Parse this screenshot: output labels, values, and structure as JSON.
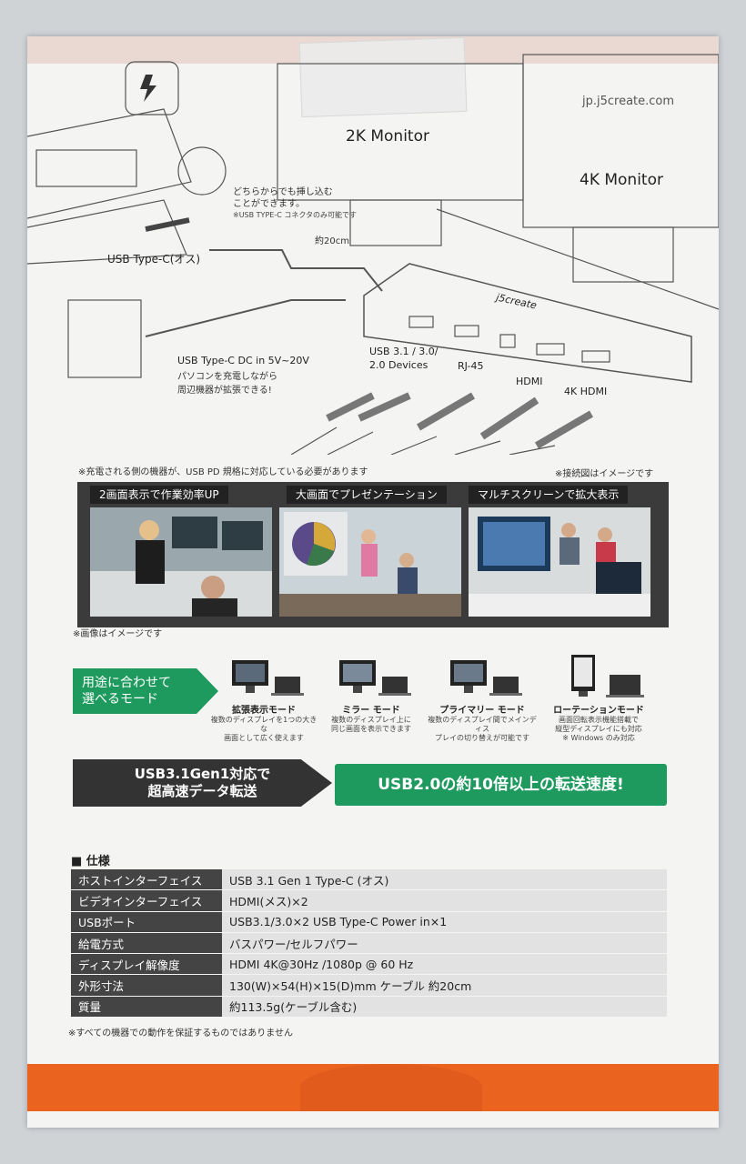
{
  "url": "jp.j5create.com",
  "monitors": {
    "left": "2K Monitor",
    "right": "4K Monitor"
  },
  "brand_logo": "j5create",
  "diagram": {
    "reversible_line1": "どちらからでも挿し込む",
    "reversible_line2": "ことができます。",
    "reversible_note": "※USB TYPE-C コネクタのみ可能です",
    "cable_length": "約20cm",
    "usbc_male": "USB Type-C(オス)",
    "dc_in": "USB Type-C  DC in 5V~20V",
    "charge_line1": "パソコンを充電しながら",
    "charge_line2": "周辺機器が拡張できる!",
    "port_usb_line1": "USB 3.1 / 3.0/",
    "port_usb_line2": "2.0 Devices",
    "port_rj45": "RJ-45",
    "port_hdmi": "HDMI",
    "port_4khdmi": "4K HDMI"
  },
  "note_pd": "※充電される側の機器が、USB PD 規格に対応している必要があります",
  "note_diagram": "※接続図はイメージです",
  "photos": [
    {
      "caption": "2画面表示で作業効率UP"
    },
    {
      "caption": "大画面でプレゼンテーション"
    },
    {
      "caption": "マルチスクリーンで拡大表示"
    }
  ],
  "note_images": "※画像はイメージです",
  "mode_banner_line1": "用途に合わせて",
  "mode_banner_line2": "選べるモード",
  "modes": [
    {
      "title": "拡張表示モード",
      "desc1": "複数のディスプレイを1つの大きな",
      "desc2": "画面として広く使えます",
      "desc3": ""
    },
    {
      "title": "ミラー モード",
      "desc1": "複数のディスプレイ上に",
      "desc2": "同じ画面を表示できます",
      "desc3": ""
    },
    {
      "title": "プライマリー モード",
      "desc1": "複数のディスプレイ間でメインディス",
      "desc2": "プレイの切り替えが可能です",
      "desc3": ""
    },
    {
      "title": "ローテーションモード",
      "desc1": "画面回転表示機能搭載で",
      "desc2": "縦型ディスプレイにも対応",
      "desc3": "※ Windows のみ対応"
    }
  ],
  "usb_left_line1": "USB3.1Gen1対応で",
  "usb_left_line2": "超高速データ転送",
  "usb_right": "USB2.0の約10倍以上の転送速度!",
  "spec_heading": "■ 仕様",
  "spec_rows": [
    {
      "key": "ホストインターフェイス",
      "value": "USB 3.1 Gen 1 Type-C (オス)"
    },
    {
      "key": "ビデオインターフェイス",
      "value": "HDMI(メス)×2"
    },
    {
      "key": "USBポート",
      "value": "USB3.1/3.0×2 USB Type-C Power in×1"
    },
    {
      "key": "給電方式",
      "value": "バスパワー/セルフパワー"
    },
    {
      "key": "ディスプレイ解像度",
      "value": "HDMI 4K@30Hz /1080p @ 60 Hz"
    },
    {
      "key": "外形寸法",
      "value": "130(W)×54(H)×15(D)mm ケーブル 約20cm"
    },
    {
      "key": "質量",
      "value": "約113.5g(ケーブル含む)"
    }
  ],
  "footnote": "※すべての機器での動作を保証するものではありません",
  "colors": {
    "green": "#1f9a5e",
    "orange": "#ea6420",
    "dark": "#333333"
  }
}
